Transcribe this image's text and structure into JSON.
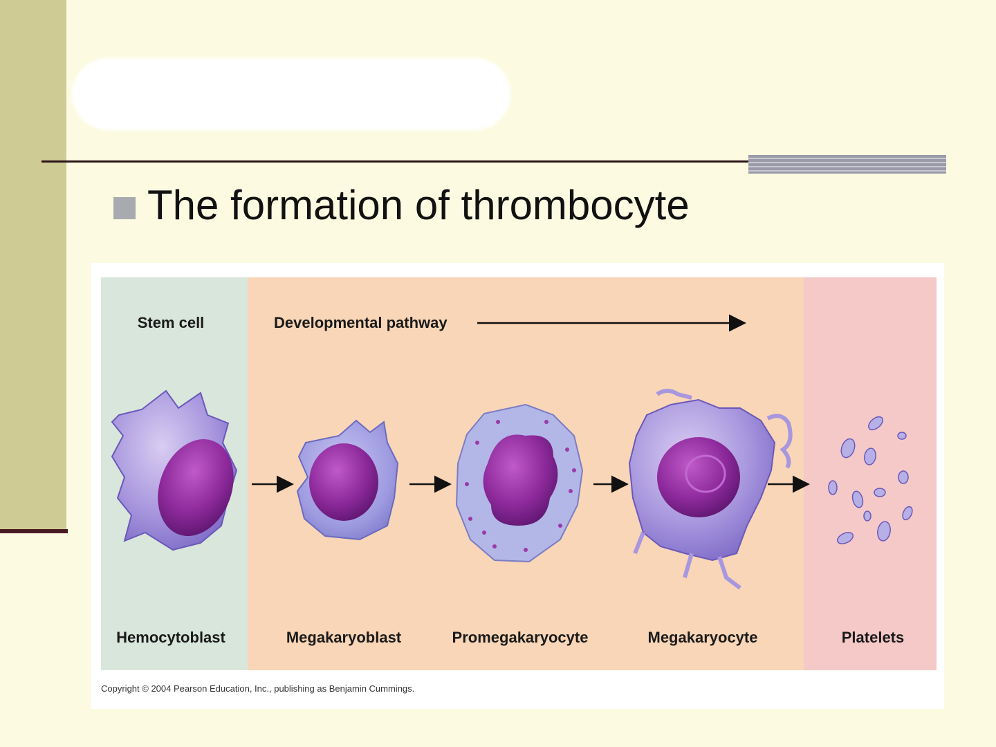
{
  "slide": {
    "bullet_text": "The formation of thrombocyte"
  },
  "figure": {
    "stem_header": "Stem cell",
    "pathway_header": "Developmental pathway",
    "stages": [
      {
        "name": "Hemocytoblast"
      },
      {
        "name": "Megakaryoblast"
      },
      {
        "name": "Promegakaryocyte"
      },
      {
        "name": "Megakaryocyte"
      },
      {
        "name": "Platelets"
      }
    ],
    "copyright": "Copyright © 2004 Pearson Education, Inc., publishing as Benjamin Cummings."
  },
  "colors": {
    "background": "#fcfbe1",
    "sidebar": "#cfcb95",
    "stem_zone": "#d9e6dc",
    "pathway_zone": "#f9d6b7",
    "platelet_zone": "#f4c9c8",
    "cytoplasm": "#a08fd8",
    "nucleus": "#8a2a9a"
  }
}
